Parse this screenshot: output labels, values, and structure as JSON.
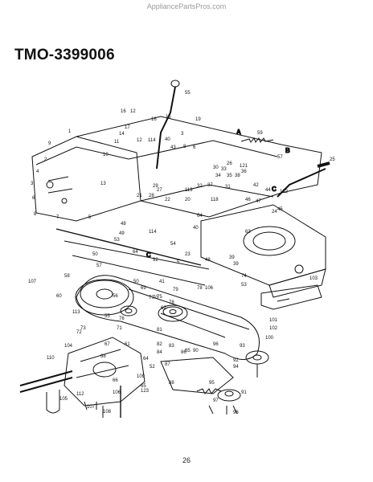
{
  "header": {
    "watermark": "AppliancePartsPros.com",
    "title": "TMO-3399006"
  },
  "footer": {
    "page_number": "26"
  },
  "diagram": {
    "letter_labels": [
      "A",
      "B",
      "C",
      "C"
    ],
    "part_numbers": [
      "55",
      "16",
      "12",
      "15",
      "16",
      "14",
      "17",
      "11",
      "12",
      "114",
      "10",
      "9",
      "2",
      "1",
      "4",
      "3",
      "6",
      "8",
      "7",
      "5",
      "13",
      "40",
      "43",
      "3",
      "8",
      "19",
      "6",
      "59",
      "57",
      "25",
      "26",
      "121",
      "42",
      "44",
      "122",
      "45",
      "39",
      "27",
      "28",
      "119",
      "32",
      "37",
      "31",
      "118",
      "46",
      "47",
      "24",
      "63",
      "64",
      "40",
      "48",
      "49",
      "53",
      "54",
      "114",
      "50",
      "92",
      "48",
      "39",
      "64",
      "58",
      "57",
      "55",
      "56",
      "41",
      "103",
      "107",
      "69",
      "70",
      "62",
      "60",
      "78",
      "106",
      "53",
      "75",
      "76",
      "71",
      "77",
      "78",
      "79",
      "102",
      "101",
      "100",
      "81",
      "82",
      "83",
      "84",
      "85",
      "86",
      "87",
      "88",
      "90",
      "96",
      "93",
      "91",
      "92",
      "94",
      "95",
      "97",
      "98",
      "74",
      "73",
      "72",
      "113",
      "110",
      "104",
      "105",
      "107",
      "112",
      "123",
      "106",
      "108",
      "109",
      "64",
      "52",
      "50",
      "5",
      "23",
      "22",
      "20",
      "21",
      "29",
      "30",
      "33",
      "34",
      "35",
      "36",
      "38",
      "61",
      "65",
      "66",
      "67",
      "68"
    ]
  }
}
